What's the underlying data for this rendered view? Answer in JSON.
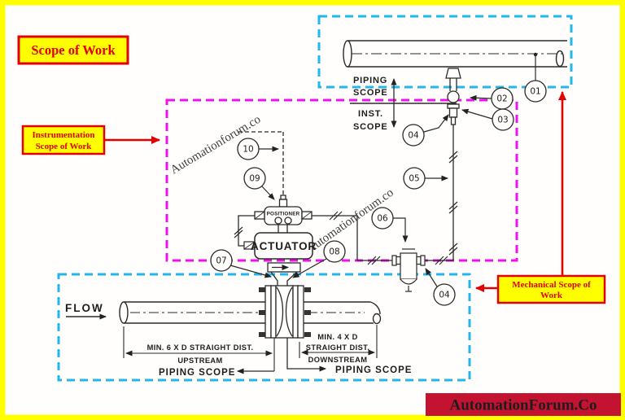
{
  "labels": {
    "scope_of_work": "Scope of Work",
    "instrumentation_line1": "Instrumentation",
    "instrumentation_line2": "Scope of Work",
    "mechanical_line1": "Mechanical Scope of",
    "mechanical_line2": "Work"
  },
  "scopes": {
    "piping_top_line1": "PIPING",
    "piping_top_line2": "SCOPE",
    "inst_line1": "INST.",
    "inst_line2": "SCOPE",
    "piping_bottom_left": "PIPING  SCOPE",
    "piping_bottom_right": "PIPING  SCOPE"
  },
  "equipment": {
    "positioner": "POSITIONER",
    "actuator": "ACTUATOR"
  },
  "flow_label": "FLOW",
  "dimensions": {
    "upstream_line1": "MIN.  6  X  D  STRAIGHT  DIST.",
    "upstream_line2": "UPSTREAM",
    "downstream_line1": "MIN.  4  X  D",
    "downstream_line2": "STRAIGHT  DIST.",
    "downstream_line3": "DOWNSTREAM"
  },
  "balloons": {
    "01": "01",
    "02": "02",
    "03": "03",
    "04": "04",
    "05": "05",
    "06": "06",
    "07": "07",
    "08": "08",
    "09": "09",
    "10": "10"
  },
  "watermark": {
    "text": "Automationforum.co"
  },
  "banner": {
    "text": "AutomationForum.Co"
  },
  "colors": {
    "page_border": "#ffff00",
    "piping_scope_box": "#22b6ea",
    "instrumentation_scope_box": "#ee10ee",
    "callout_red": "#e30000",
    "callout_fill": "#ffff00",
    "banner_background": "#c41231",
    "banner_text": "#ffffff",
    "line_color": "#2a2a2a",
    "watermark_color": "#e04848"
  }
}
